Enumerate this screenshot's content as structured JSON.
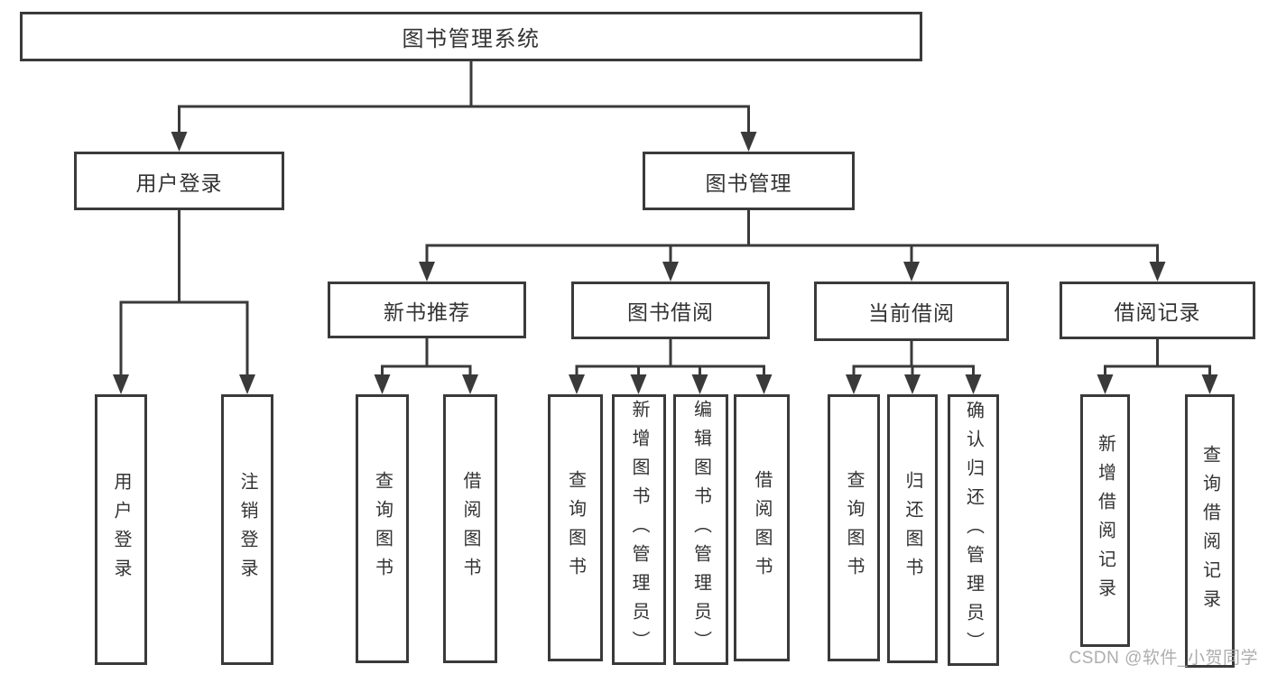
{
  "diagram": {
    "root": "图书管理系统",
    "user_login": "用户登录",
    "book_management": "图书管理",
    "new_book_recommendation": "新书推荐",
    "book_borrowing": "图书借阅",
    "current_borrowing": "当前借阅",
    "borrowing_records": "借阅记录",
    "user_login_children": {
      "login": "用户登录",
      "logout": "注销登录"
    },
    "new_book_children": {
      "query_books": "查询图书",
      "borrow_books": "借阅图书"
    },
    "book_borrowing_children": {
      "query_books": "查询图书",
      "add_books_admin": "新增图书（管理员）",
      "edit_books_admin": "编辑图书（管理员）",
      "borrow_books": "借阅图书"
    },
    "current_borrowing_children": {
      "query_books": "查询图书",
      "return_books": "归还图书",
      "confirm_return_admin": "确认归还（管理员）"
    },
    "borrowing_records_children": {
      "add_record": "新增借阅记录",
      "query_record": "查询借阅记录"
    }
  },
  "watermark": "CSDN @软件_小贺同学",
  "colors": {
    "line": "#3a3a3a",
    "text": "#333333",
    "background": "#ffffff",
    "watermark": "#a5a5a5"
  }
}
